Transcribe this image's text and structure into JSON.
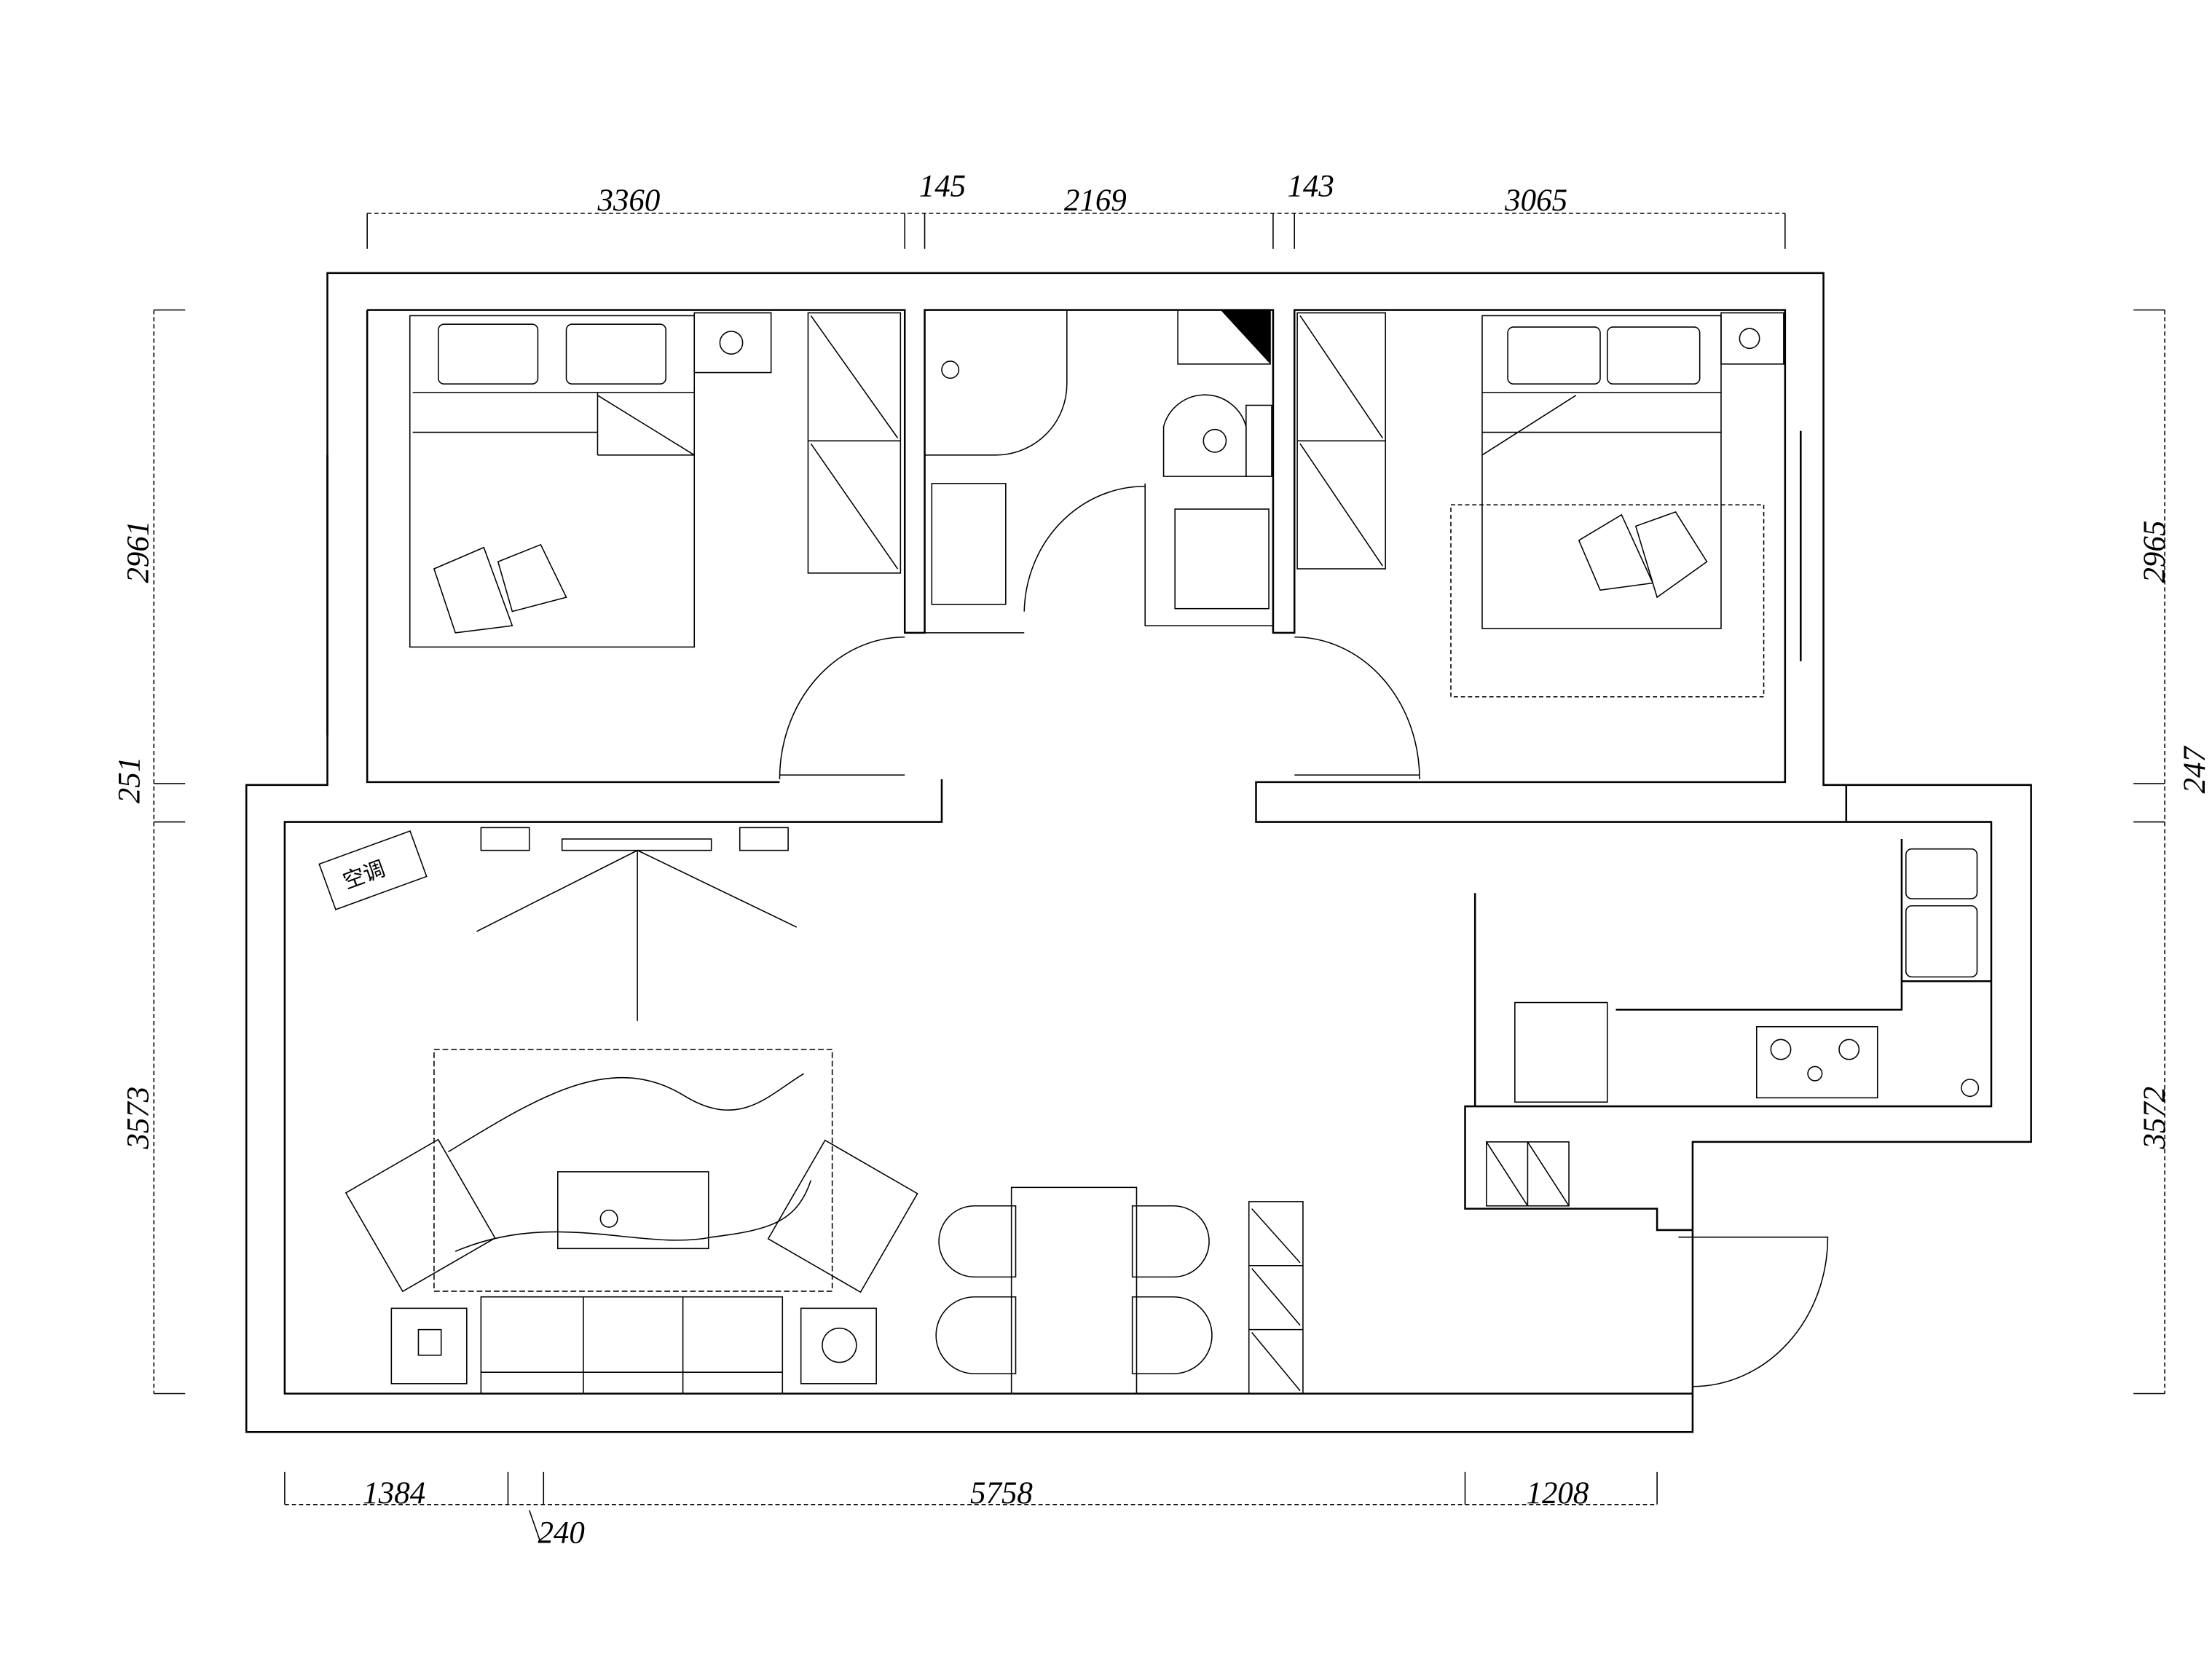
{
  "title": "Apartment floor plan",
  "dimensions": {
    "top": [
      "3360",
      "145",
      "2169",
      "143",
      "3065"
    ],
    "bottom": [
      "1384",
      "240",
      "5758",
      "1208"
    ],
    "left": [
      "2961",
      "251",
      "3573"
    ],
    "right": [
      "2965",
      "247",
      "3572"
    ]
  },
  "labels": {
    "air_conditioner": "空调"
  }
}
